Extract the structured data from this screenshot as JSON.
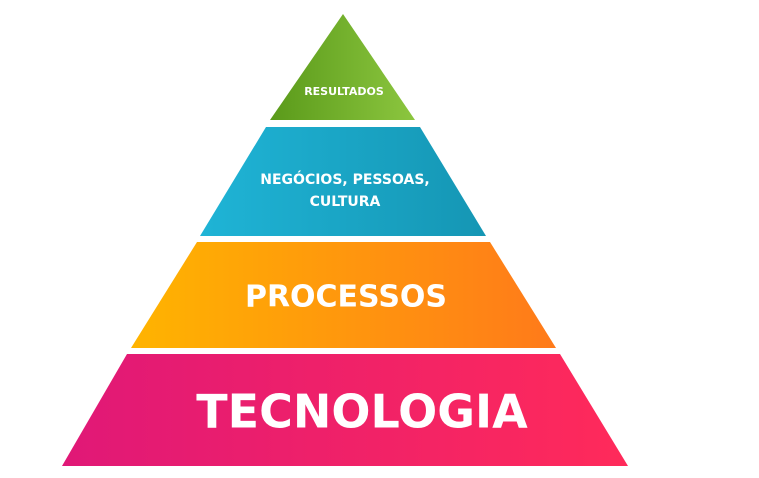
{
  "pyramid": {
    "levels": [
      {
        "key": "resultados",
        "lines": [
          "RESULTADOS"
        ],
        "color_left": "#5a9a1a",
        "color_right": "#8cc63f"
      },
      {
        "key": "negocios",
        "lines": [
          "NEGÓCIOS, PESSOAS,",
          "CULTURA"
        ],
        "color_left": "#1fb4d6",
        "color_right": "#1596b4"
      },
      {
        "key": "processos",
        "lines": [
          "PROCESSOS"
        ],
        "color_left": "#ffb400",
        "color_right": "#ff7a1a"
      },
      {
        "key": "tecnologia",
        "lines": [
          "TECNOLOGIA"
        ],
        "color_left": "#e01877",
        "color_right": "#ff2a5a"
      }
    ]
  }
}
